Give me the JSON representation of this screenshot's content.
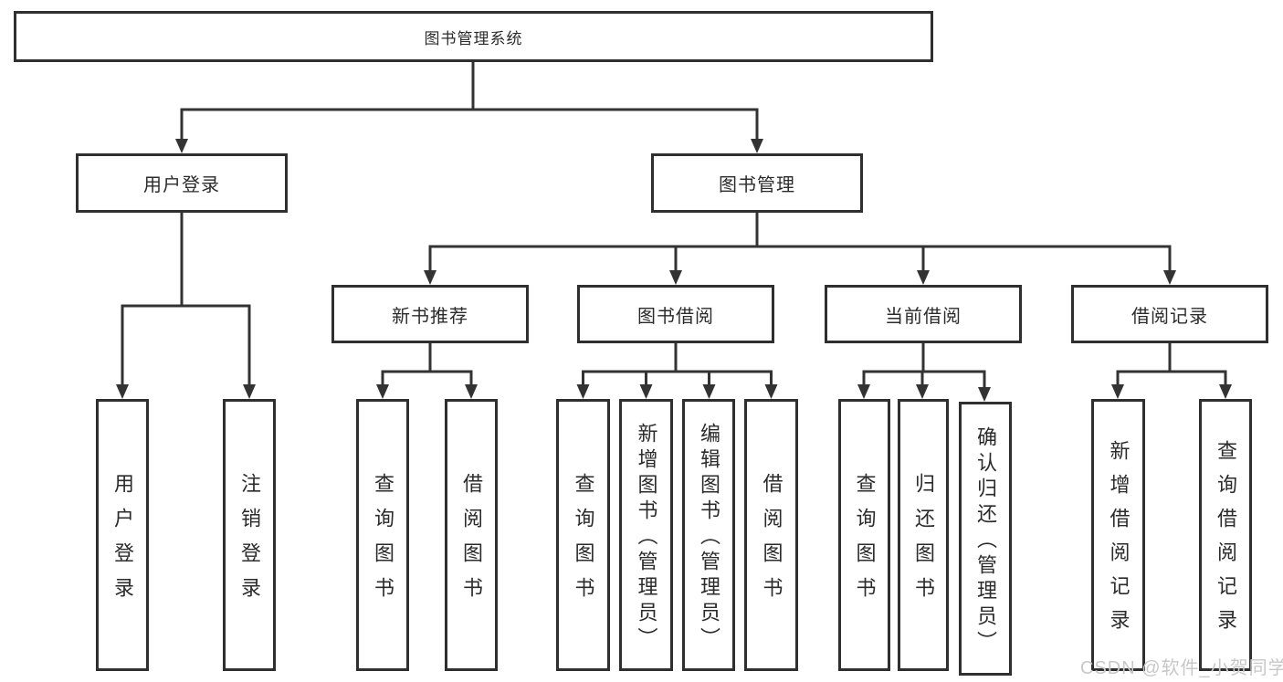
{
  "nodes": {
    "root": "图书管理系统",
    "user_login": "用户登录",
    "book_mgmt": "图书管理",
    "new_book_rec": "新书推荐",
    "book_borrow": "图书借阅",
    "current_borrow": "当前借阅",
    "borrow_record": "借阅记录",
    "leaf_user_login": "用户登录",
    "leaf_logout": "注销登录",
    "leaf_query_book_rec": "查询图书",
    "leaf_borrow_book_rec": "借阅图书",
    "leaf_query_book_borrow": "查询图书",
    "leaf_add_book": "新增图书（管理员）",
    "leaf_edit_book": "编辑图书（管理员）",
    "leaf_borrow_book_borrow": "借阅图书",
    "leaf_query_book_current": "查询图书",
    "leaf_return_book": "归还图书",
    "leaf_confirm_return": "确认归还（管理员）",
    "leaf_add_record": "新增借阅记录",
    "leaf_query_record": "查询借阅记录"
  },
  "watermark": {
    "text": "CSDN @软件_小贺同学"
  },
  "colors": {
    "line": "#333333",
    "box_border": "#2f2f2f",
    "box_background": "#ffffff",
    "text": "#2b2b2b",
    "watermark": "#c8c8c8"
  }
}
